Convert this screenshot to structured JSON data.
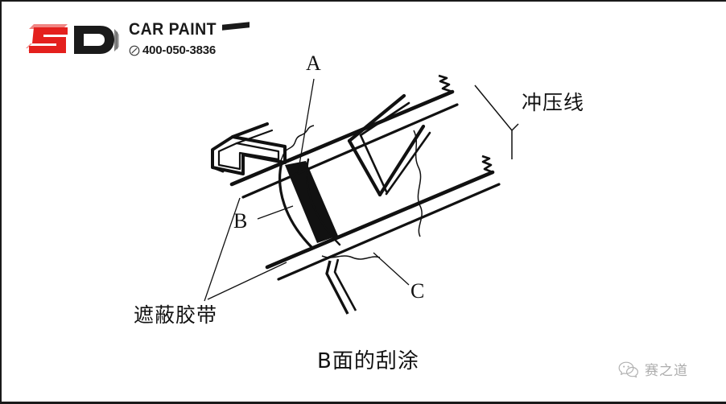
{
  "header": {
    "logo_mark_letters": "SD",
    "logo_mark_primary_color": "#E4201D",
    "logo_mark_secondary_color": "#1A1A1A",
    "brand_name": "CAR PAINT",
    "phone_icon": "phone-circle-icon",
    "phone_number": "400-050-3836"
  },
  "diagram": {
    "caption": "B面的刮涂",
    "line_color": "#111111",
    "fill_color": "#111111",
    "background_color": "#FFFFFF",
    "labels": {
      "a": "A",
      "b": "B",
      "c": "C",
      "stamping_line": "冲压线",
      "masking_tape": "遮蔽胶带"
    }
  },
  "watermark": {
    "icon": "wechat-icon",
    "text": "赛之道"
  }
}
